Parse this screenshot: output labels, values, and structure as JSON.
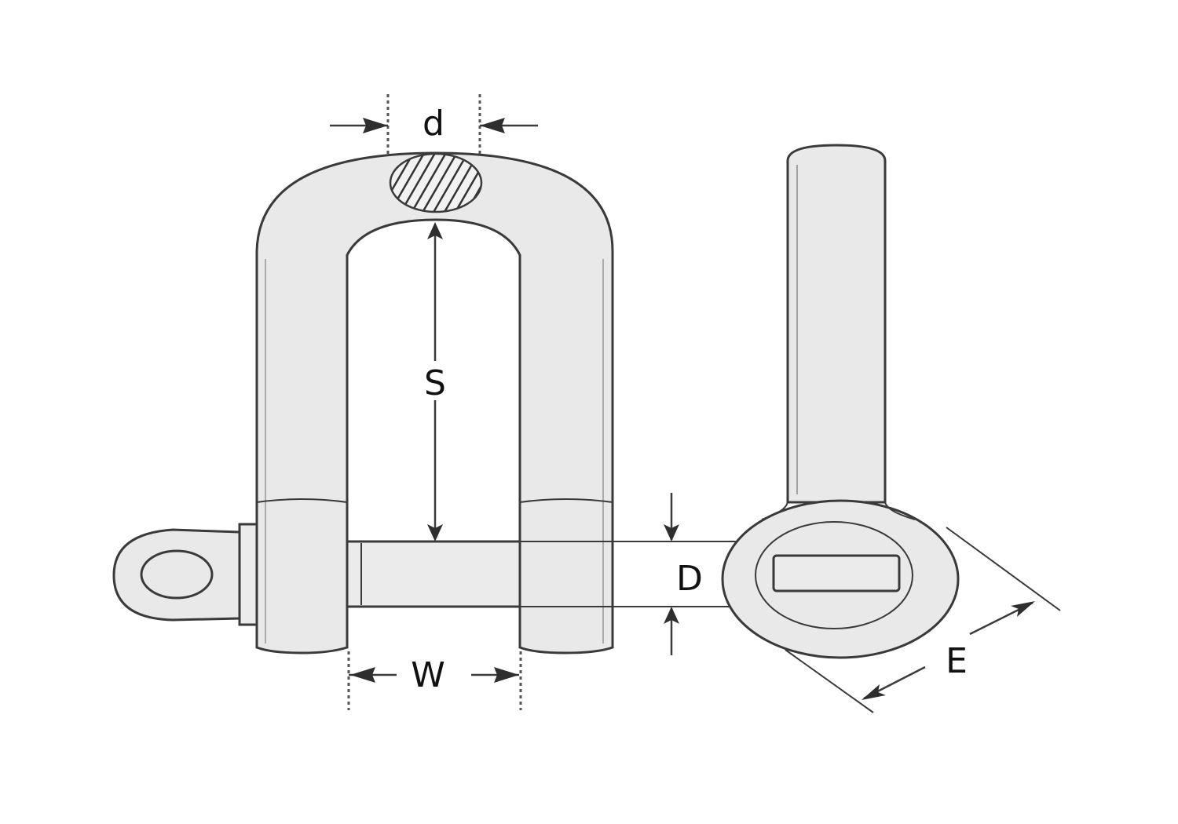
{
  "labels": {
    "d": "d",
    "S": "S",
    "D": "D",
    "W": "W",
    "E": "E"
  },
  "colors": {
    "body": "#e9e9e9",
    "outline": "#3a3a3a",
    "hatch": "#3a3a3a",
    "background": "#ffffff"
  }
}
